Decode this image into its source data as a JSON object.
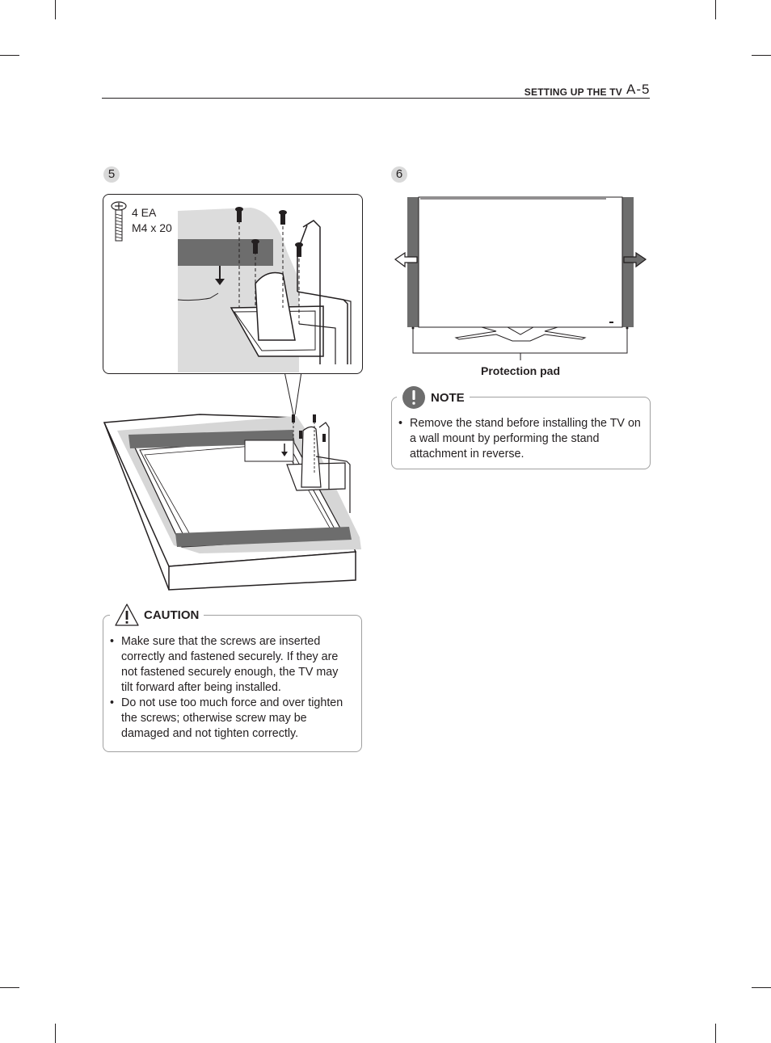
{
  "header": {
    "section": "SETTING UP THE TV",
    "page": "A-5"
  },
  "step5": {
    "number": "5",
    "screw_qty": "4 EA",
    "screw_size": "M4 x 20",
    "caution": {
      "title": "CAUTION",
      "items": [
        "Make sure that the screws are inserted correctly and fastened securely. If they are not fastened securely enough, the TV may tilt forward after being installed.",
        "Do not use too much force and over tighten the screws; otherwise screw may be damaged and not tighten correctly."
      ]
    }
  },
  "step6": {
    "number": "6",
    "protection_label": "Protection pad",
    "note": {
      "title": "NOTE",
      "items": [
        "Remove the stand before installing the TV on a wall mount by performing the stand attachment in reverse."
      ]
    }
  }
}
